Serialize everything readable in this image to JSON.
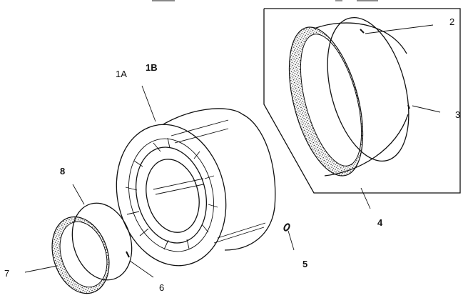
{
  "diagram": {
    "callouts": {
      "part_1A": "1A",
      "part_1B": "1B",
      "part_2": "2",
      "part_3": "3",
      "part_4": "4",
      "part_5": "5",
      "part_6": "6",
      "part_7": "7",
      "part_8": "8"
    }
  }
}
